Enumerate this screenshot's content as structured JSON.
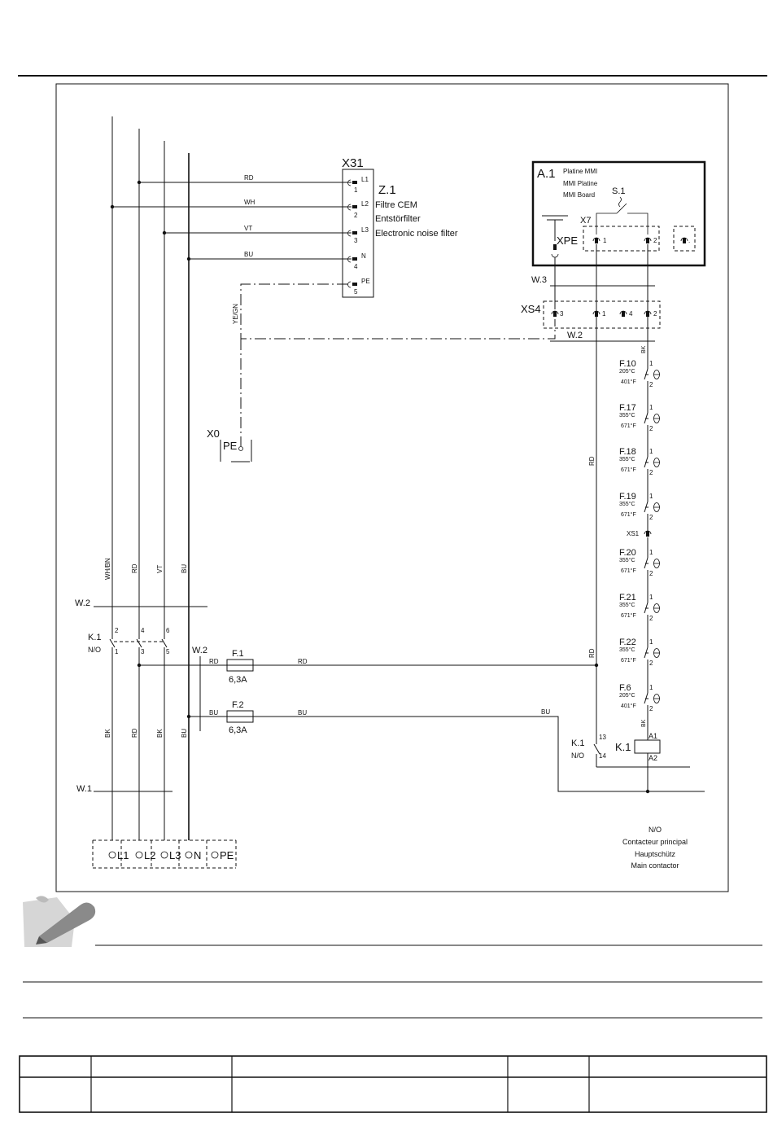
{
  "x31": {
    "ref": "X31",
    "pins": [
      {
        "term": "L1",
        "num": "1",
        "wire": "RD"
      },
      {
        "term": "L2",
        "num": "2",
        "wire": "WH"
      },
      {
        "term": "L3",
        "num": "3",
        "wire": "VT"
      },
      {
        "term": "N",
        "num": "4",
        "wire": "BU"
      },
      {
        "term": "PE",
        "num": "5",
        "wire": ""
      }
    ]
  },
  "z1": {
    "ref": "Z.1",
    "line1": "Filtre CEM",
    "line2": "Entstörfilter",
    "line3": "Electronic noise filter"
  },
  "pe_wire": "YE/GN",
  "x0": {
    "ref": "X0",
    "term": "PE"
  },
  "a1": {
    "ref": "A.1",
    "line1": "Platine MMI",
    "line2": "MMI Platine",
    "line3": "MMI Board"
  },
  "s1": "S.1",
  "x7": {
    "ref": "X7",
    "pin1": "1",
    "pin2": "2",
    "pin3": "."
  },
  "xpe": "XPE",
  "w3": "W.3",
  "xs4": {
    "ref": "XS4",
    "pins": [
      "3",
      "1",
      "4",
      "2"
    ]
  },
  "w2": "W.2",
  "bk": "BK",
  "rd": "RD",
  "bu": "BU",
  "fuses_thermal": [
    {
      "ref": "F.10",
      "t1": "205°C",
      "t2": "401°F"
    },
    {
      "ref": "F.17",
      "t1": "355°C",
      "t2": "671°F"
    },
    {
      "ref": "F.18",
      "t1": "355°C",
      "t2": "671°F"
    },
    {
      "ref": "F.19",
      "t1": "355°C",
      "t2": "671°F"
    },
    {
      "ref": "F.20",
      "t1": "355°C",
      "t2": "671°F"
    },
    {
      "ref": "F.21",
      "t1": "355°C",
      "t2": "671°F"
    },
    {
      "ref": "F.22",
      "t1": "355°C",
      "t2": "671°F"
    },
    {
      "ref": "F.6",
      "t1": "205°C",
      "t2": "401°F"
    }
  ],
  "pin_1": "1",
  "pin_2": "2",
  "xs1": "XS1",
  "k1_coil": {
    "ref": "K.1",
    "a1": "A1",
    "a2": "A2"
  },
  "k1_aux": {
    "ref": "K.1",
    "type": "N/O",
    "p13": "13",
    "p14": "14"
  },
  "k1_main": {
    "ref": "K.1",
    "type": "N/O",
    "top": [
      "2",
      "4",
      "6"
    ],
    "bottom": [
      "1",
      "3",
      "5"
    ]
  },
  "f1": {
    "ref": "F.1",
    "rating": "6,3A"
  },
  "f2": {
    "ref": "F.2",
    "rating": "6,3A"
  },
  "vertical_wires_top": [
    "WH/BN",
    "RD",
    "VT",
    "BU"
  ],
  "vertical_wires_bottom": [
    "BK",
    "RD",
    "BK",
    "BU"
  ],
  "w1": "W.1",
  "supply_terms": [
    "L1",
    "L2",
    "L3",
    "N",
    "PE"
  ],
  "legend": {
    "line1": "N/O",
    "line2": "Contacteur principal",
    "line3": "Hauptschütz",
    "line4": "Main contactor"
  }
}
